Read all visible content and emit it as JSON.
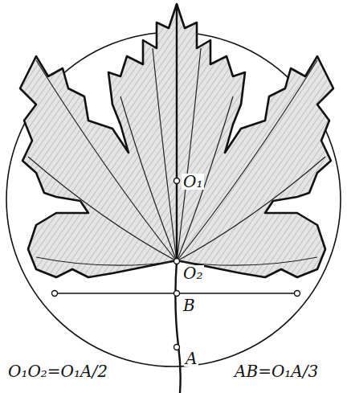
{
  "diagram": {
    "labels": [
      "O₁",
      "O₂",
      "B",
      "A",
      "O₁O₂=O₁A/2",
      "AB=O₁A/3"
    ]
  }
}
